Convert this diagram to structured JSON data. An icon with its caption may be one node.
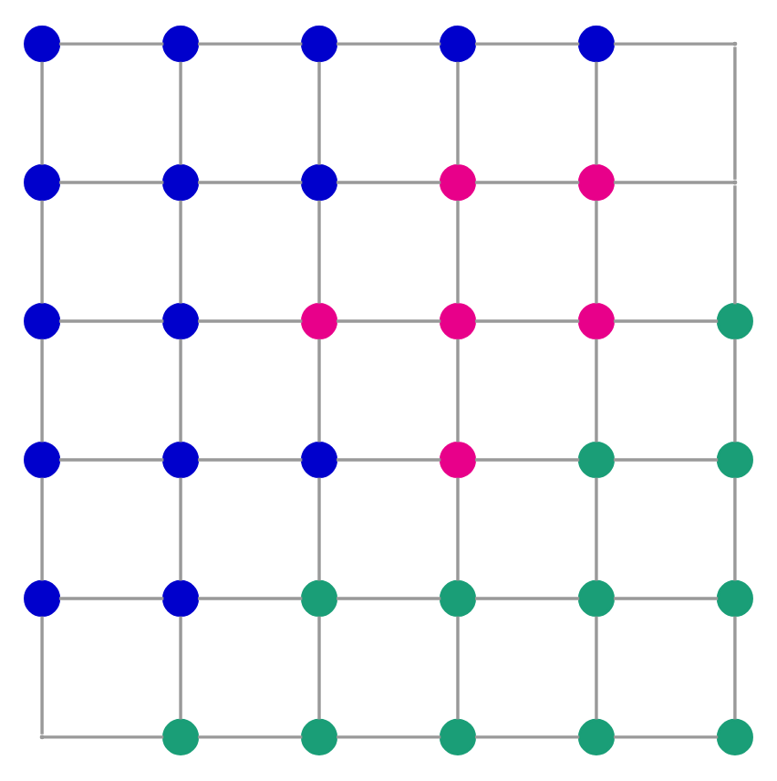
{
  "diagram": {
    "nodes": [
      {
        "text": [],
        "shape": "circle"
      },
      {
        "text": [],
        "shape": "circle"
      },
      {
        "text": [],
        "shape": "circle"
      },
      {
        "text": [],
        "shape": "circle"
      },
      {
        "text": [],
        "shape": "circle"
      },
      {
        "text": [],
        "shape": "point"
      },
      {
        "text": [],
        "shape": "circle"
      },
      {
        "text": [],
        "shape": "circle"
      },
      {
        "text": [],
        "shape": "circle"
      },
      {
        "text": [],
        "shape": "circle"
      },
      {
        "text": [],
        "shape": "circle"
      },
      {
        "text": [],
        "shape": "point"
      },
      {
        "text": [],
        "shape": "circle"
      },
      {
        "text": [],
        "shape": "circle"
      },
      {
        "text": [],
        "shape": "circle"
      },
      {
        "text": [],
        "shape": "circle"
      },
      {
        "text": [],
        "shape": "circle"
      },
      {
        "text": [],
        "shape": "circle"
      },
      {
        "text": [],
        "shape": "circle"
      },
      {
        "text": [],
        "shape": "circle"
      },
      {
        "text": [],
        "shape": "circle"
      },
      {
        "text": [],
        "shape": "circle"
      },
      {
        "text": [],
        "shape": "circle"
      },
      {
        "text": [],
        "shape": "circle"
      },
      {
        "text": [],
        "shape": "circle"
      },
      {
        "text": [],
        "shape": "circle"
      },
      {
        "text": [],
        "shape": "circle"
      },
      {
        "text": [],
        "shape": "circle"
      },
      {
        "text": [],
        "shape": "circle"
      },
      {
        "text": [],
        "shape": "circle"
      },
      {
        "text": [],
        "shape": "point"
      },
      {
        "text": [],
        "shape": "circle"
      },
      {
        "text": [],
        "shape": "circle"
      },
      {
        "text": [],
        "shape": "circle"
      },
      {
        "text": [],
        "shape": "circle"
      },
      {
        "text": [],
        "shape": "circle"
      }
    ],
    "edges": [
      {
        "from": 0,
        "to": 1,
        "arrow": "none"
      },
      {
        "from": 1,
        "to": 2,
        "arrow": "none"
      },
      {
        "from": 2,
        "to": 3,
        "arrow": "none"
      },
      {
        "from": 3,
        "to": 4,
        "arrow": "none"
      },
      {
        "from": 4,
        "to": 5,
        "arrow": "none"
      },
      {
        "from": 6,
        "to": 7,
        "arrow": "none"
      },
      {
        "from": 7,
        "to": 8,
        "arrow": "none"
      },
      {
        "from": 8,
        "to": 9,
        "arrow": "none"
      },
      {
        "from": 9,
        "to": 10,
        "arrow": "none"
      },
      {
        "from": 10,
        "to": 11,
        "arrow": "none"
      },
      {
        "from": 12,
        "to": 13,
        "arrow": "none"
      },
      {
        "from": 13,
        "to": 14,
        "arrow": "none"
      },
      {
        "from": 14,
        "to": 15,
        "arrow": "none"
      },
      {
        "from": 15,
        "to": 16,
        "arrow": "none"
      },
      {
        "from": 16,
        "to": 17,
        "arrow": "none"
      },
      {
        "from": 18,
        "to": 19,
        "arrow": "none"
      },
      {
        "from": 19,
        "to": 20,
        "arrow": "none"
      },
      {
        "from": 20,
        "to": 21,
        "arrow": "none"
      },
      {
        "from": 21,
        "to": 22,
        "arrow": "none"
      },
      {
        "from": 22,
        "to": 23,
        "arrow": "none"
      },
      {
        "from": 24,
        "to": 25,
        "arrow": "none"
      },
      {
        "from": 25,
        "to": 26,
        "arrow": "none"
      },
      {
        "from": 26,
        "to": 27,
        "arrow": "none"
      },
      {
        "from": 27,
        "to": 28,
        "arrow": "none"
      },
      {
        "from": 28,
        "to": 29,
        "arrow": "none"
      },
      {
        "from": 30,
        "to": 31,
        "arrow": "none"
      },
      {
        "from": 31,
        "to": 32,
        "arrow": "none"
      },
      {
        "from": 32,
        "to": 33,
        "arrow": "none"
      },
      {
        "from": 33,
        "to": 34,
        "arrow": "none"
      },
      {
        "from": 34,
        "to": 35,
        "arrow": "none"
      },
      {
        "from": 0,
        "to": 6,
        "arrow": "none"
      },
      {
        "from": 6,
        "to": 12,
        "arrow": "none"
      },
      {
        "from": 12,
        "to": 18,
        "arrow": "none"
      },
      {
        "from": 18,
        "to": 24,
        "arrow": "none"
      },
      {
        "from": 24,
        "to": 30,
        "arrow": "none"
      },
      {
        "from": 1,
        "to": 7,
        "arrow": "none"
      },
      {
        "from": 7,
        "to": 13,
        "arrow": "none"
      },
      {
        "from": 13,
        "to": 19,
        "arrow": "none"
      },
      {
        "from": 19,
        "to": 25,
        "arrow": "none"
      },
      {
        "from": 25,
        "to": 31,
        "arrow": "none"
      },
      {
        "from": 2,
        "to": 8,
        "arrow": "none"
      },
      {
        "from": 8,
        "to": 14,
        "arrow": "none"
      },
      {
        "from": 14,
        "to": 20,
        "arrow": "none"
      },
      {
        "from": 20,
        "to": 26,
        "arrow": "none"
      },
      {
        "from": 26,
        "to": 32,
        "arrow": "none"
      },
      {
        "from": 3,
        "to": 9,
        "arrow": "none"
      },
      {
        "from": 9,
        "to": 15,
        "arrow": "none"
      },
      {
        "from": 15,
        "to": 21,
        "arrow": "none"
      },
      {
        "from": 21,
        "to": 27,
        "arrow": "none"
      },
      {
        "from": 27,
        "to": 33,
        "arrow": "none"
      },
      {
        "from": 4,
        "to": 10,
        "arrow": "none"
      },
      {
        "from": 10,
        "to": 16,
        "arrow": "none"
      },
      {
        "from": 16,
        "to": 22,
        "arrow": "none"
      },
      {
        "from": 22,
        "to": 28,
        "arrow": "none"
      },
      {
        "from": 28,
        "to": 34,
        "arrow": "none"
      },
      {
        "from": 5,
        "to": 11,
        "arrow": "none"
      },
      {
        "from": 11,
        "to": 17,
        "arrow": "none"
      },
      {
        "from": 17,
        "to": 23,
        "arrow": "none"
      },
      {
        "from": 23,
        "to": 29,
        "arrow": "none"
      },
      {
        "from": 29,
        "to": 35,
        "arrow": "none"
      }
    ]
  }
}
